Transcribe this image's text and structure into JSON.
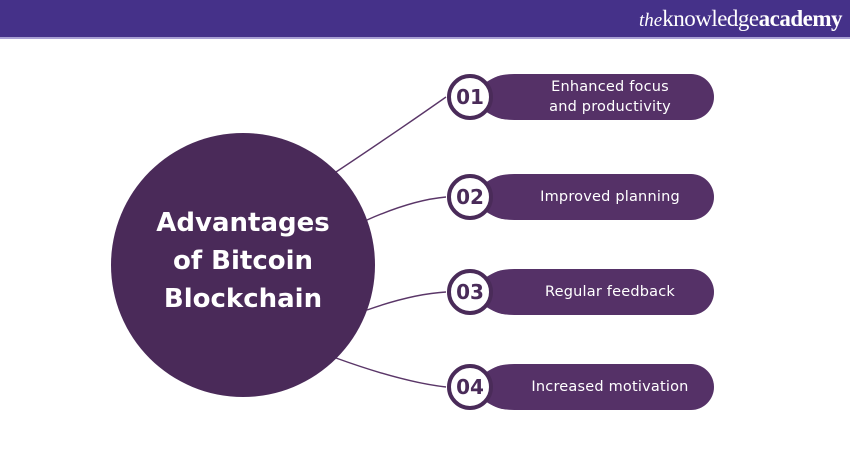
{
  "header": {
    "logo": {
      "the": "the",
      "knowledge": "knowledge",
      "academy": "academy"
    }
  },
  "main": {
    "circle": {
      "lines": [
        "Advantages",
        "of Bitcoin",
        "Blockchain"
      ]
    },
    "items": [
      {
        "number": "01",
        "lines": [
          "Enhanced focus",
          "and productivity"
        ]
      },
      {
        "number": "02",
        "lines": [
          "Improved planning"
        ]
      },
      {
        "number": "03",
        "lines": [
          "Regular feedback"
        ]
      },
      {
        "number": "04",
        "lines": [
          "Increased motivation"
        ]
      }
    ]
  },
  "colors": {
    "header_bg": "#453189",
    "header_line": "#a9a0d4",
    "circle_bg": "#4a2a59",
    "pill_bg": "#553167",
    "ring": "#4a2b59",
    "number": "#4a2b59",
    "connector": "#5a3668",
    "text_light": "#ffffff"
  }
}
